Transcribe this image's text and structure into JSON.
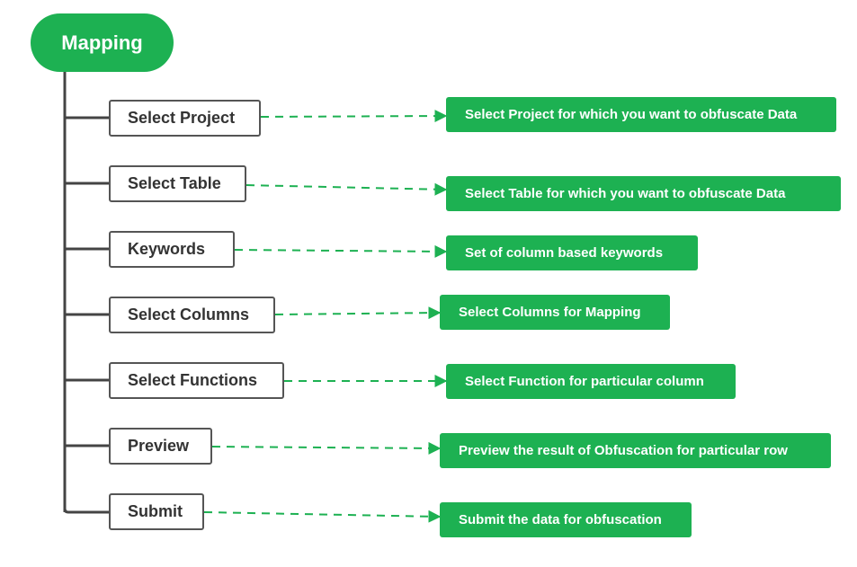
{
  "root": {
    "label": "Mapping"
  },
  "steps": [
    {
      "label": "Select Project",
      "description": "Select Project for which you want to obfuscate Data"
    },
    {
      "label": "Select Table",
      "description": "Select Table for which you want to obfuscate Data"
    },
    {
      "label": "Keywords",
      "description": "Set of column based keywords"
    },
    {
      "label": "Select Columns",
      "description": "Select Columns for Mapping"
    },
    {
      "label": "Select Functions",
      "description": "Select Function for particular column"
    },
    {
      "label": "Preview",
      "description": "Preview the result of Obfuscation for particular row"
    },
    {
      "label": "Submit",
      "description": "Submit the data for obfuscation"
    }
  ],
  "colors": {
    "accent": "#1db152",
    "tree_line": "#444444",
    "box_border": "#555555",
    "connector": "#1db152"
  }
}
